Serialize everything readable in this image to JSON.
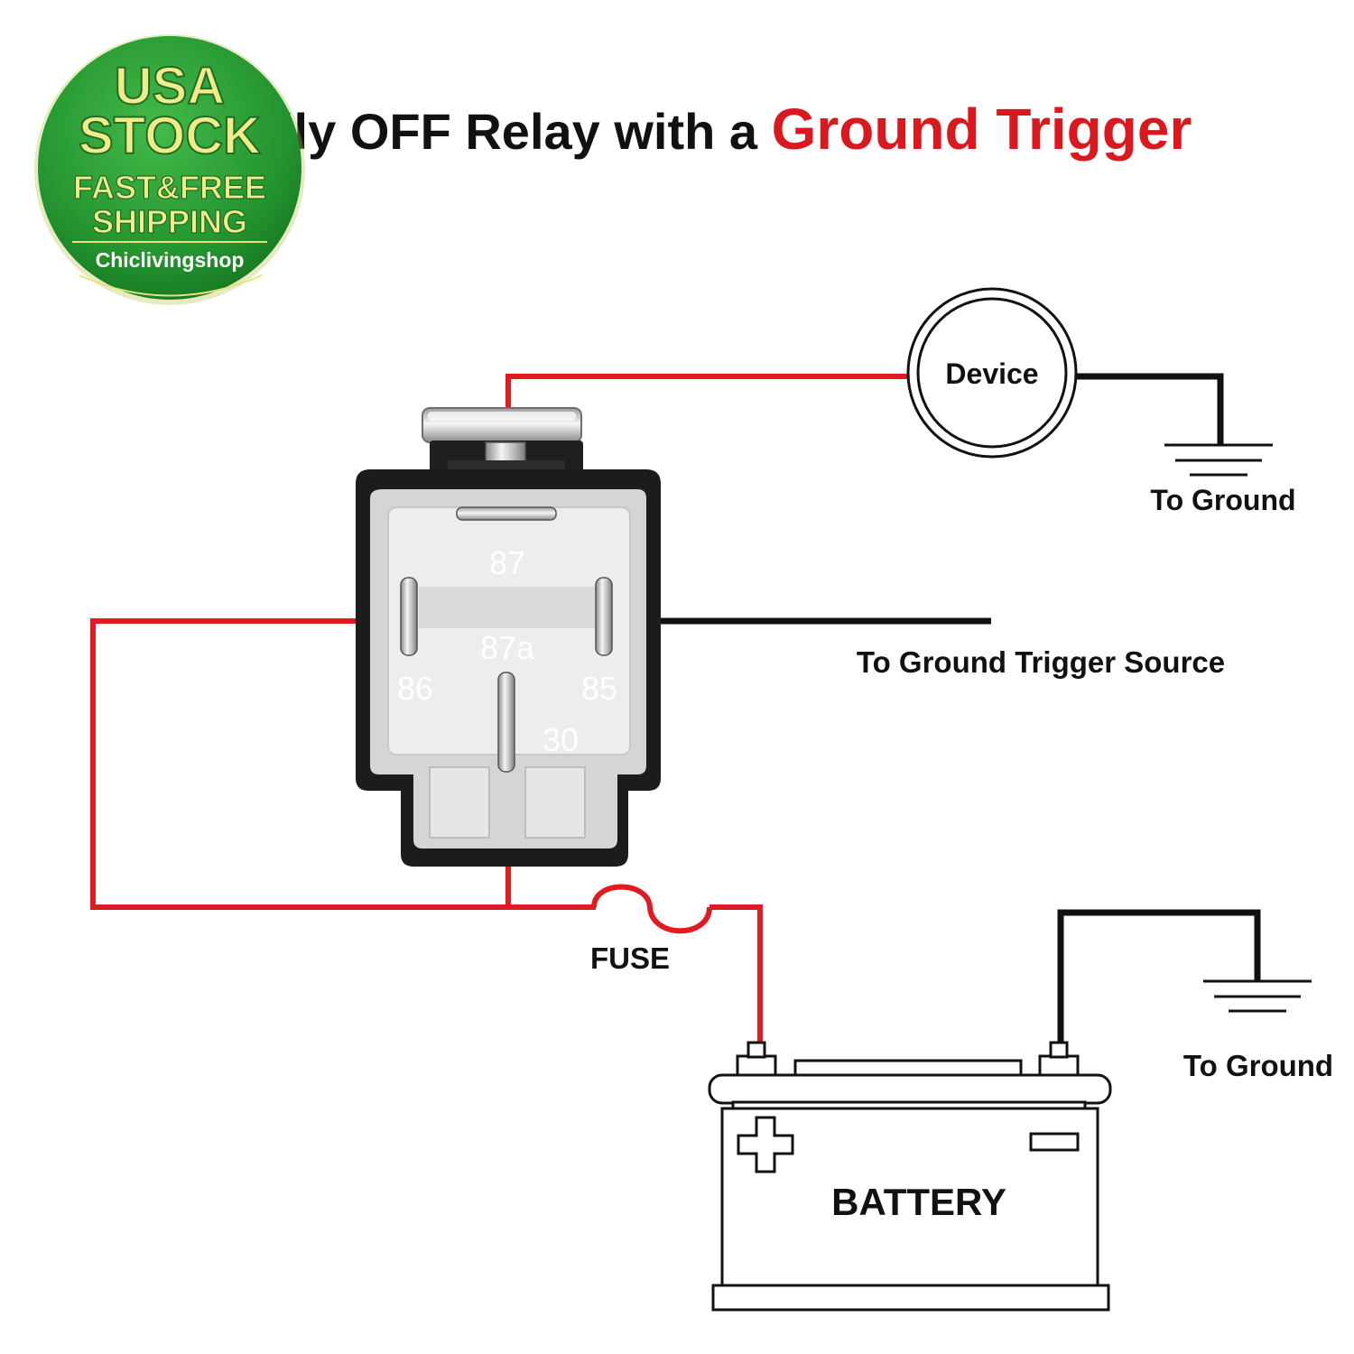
{
  "title": {
    "part1": "lly OFF Relay with a ",
    "part2": "Ground Trigger"
  },
  "badge": {
    "line1": "USA",
    "line2": "STOCK",
    "line3": "FAST&FREE",
    "line4": "SHIPPING",
    "shop": "Chiclivingshop"
  },
  "relay": {
    "pins": {
      "p87": "87",
      "p87a": "87a",
      "p86": "86",
      "p85": "85",
      "p30": "30"
    }
  },
  "labels": {
    "device": "Device",
    "to_ground_top": "To Ground",
    "trigger_source": "To Ground Trigger Source",
    "fuse": "FUSE",
    "battery": "BATTERY",
    "to_ground_bottom": "To Ground"
  },
  "colors": {
    "wire_positive": "#e01b22",
    "wire_ground": "#111111",
    "title_accent": "#d9191f",
    "badge_green": "#2e9c3a",
    "badge_text": "#f3ea8a"
  },
  "icons": {
    "ground": "ground-symbol-icon",
    "plus": "plus-terminal-icon",
    "minus": "minus-terminal-icon"
  }
}
